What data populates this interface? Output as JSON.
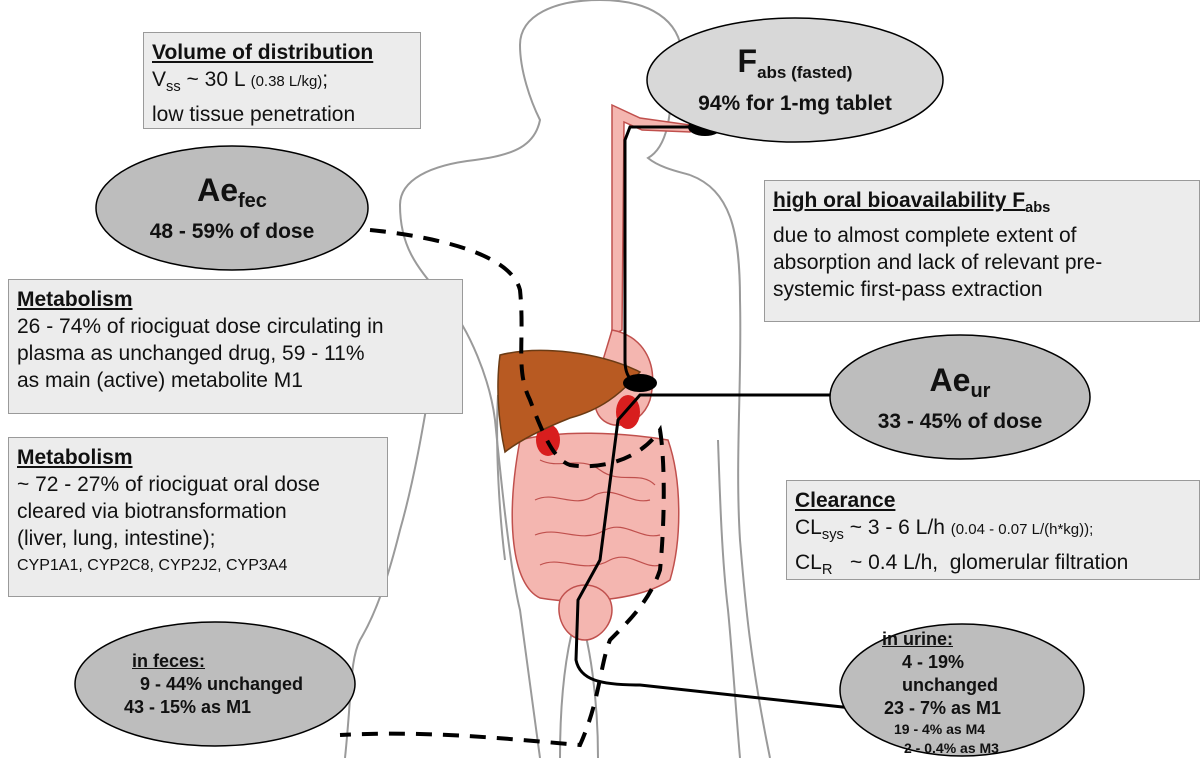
{
  "volume": {
    "heading": "Volume of distribution",
    "l1_sym": "V",
    "l1_sub": "ss",
    "l1_main": " ~ 30 L ",
    "l1_small": "(0.38 L/kg)",
    "l1_end": ";",
    "l2": "low tissue penetration"
  },
  "fabs": {
    "big": "F",
    "sub": "abs (fasted)",
    "value": "94% for 1-mg tablet"
  },
  "aefec": {
    "big": "Ae",
    "sub": "fec",
    "value": "48 - 59% of dose"
  },
  "bioavail": {
    "heading": "high oral bioavailability F",
    "heading_sub": "abs",
    "lines": [
      "due to almost complete extent of",
      "absorption and lack of relevant pre-",
      "systemic first-pass extraction"
    ]
  },
  "metab1": {
    "heading": "Metabolism",
    "lines": [
      "26 - 74% of riociguat dose circulating in",
      "plasma as unchanged drug, 59 - 11%",
      "as main (active) metabolite M1"
    ]
  },
  "aeur": {
    "big": "Ae",
    "sub": "ur",
    "value": "33 - 45% of dose"
  },
  "metab2": {
    "heading": "Metabolism",
    "lines": [
      "~ 72 - 27% of riociguat oral dose",
      "cleared via biotransformation",
      "(liver, lung, intestine);"
    ],
    "enzymes": "CYP1A1, CYP2C8, CYP2J2, CYP3A4"
  },
  "clearance": {
    "heading": "Clearance",
    "l1_sym": "CL",
    "l1_sub": "sys",
    "l1_main": " ~ 3 - 6 L/h ",
    "l1_small": "(0.04 - 0.07 L/(h*kg));",
    "l2_sym": "CL",
    "l2_sub": "R",
    "l2_main": "   ~ 0.4 L/h,  glomerular filtration"
  },
  "urine": {
    "title": "in urine:",
    "lines": [
      "4 - 19%  unchanged",
      "23  - 7% as M1"
    ],
    "small": [
      "19 - 4% as M4",
      "2 - 0.4% as M3"
    ]
  },
  "feces": {
    "title": "in feces:",
    "lines": [
      "9 - 44%  unchanged",
      "43 - 15%  as M1"
    ]
  },
  "colors": {
    "box_fill": "#ececec",
    "ellipse_fill": "#bdbdbd",
    "ellipse_light": "#d8d8d8",
    "liver": "#b85a22",
    "organ_pink": "#f4b6b0",
    "organ_red": "#d81e1e"
  }
}
